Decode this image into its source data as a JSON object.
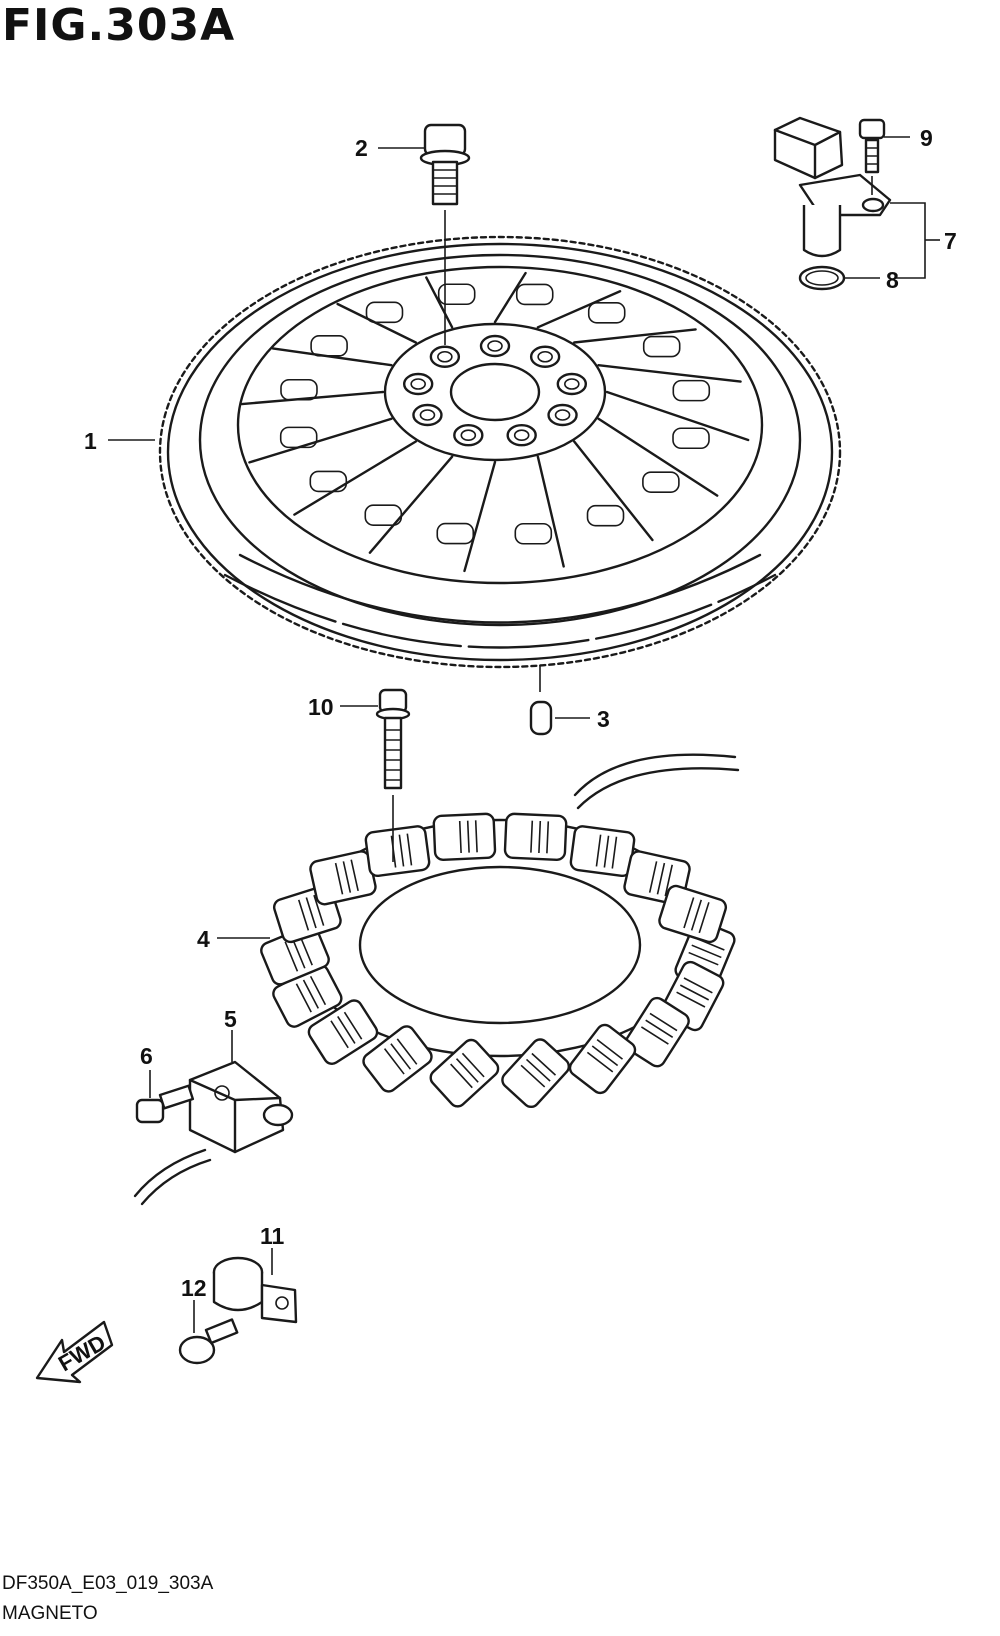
{
  "figure": {
    "title": "FIG.303A",
    "code": "DF350A_E03_019_303A",
    "name": "MAGNETO"
  },
  "callouts": [
    {
      "id": "1"
    },
    {
      "id": "2"
    },
    {
      "id": "3"
    },
    {
      "id": "4"
    },
    {
      "id": "5"
    },
    {
      "id": "6"
    },
    {
      "id": "7"
    },
    {
      "id": "8"
    },
    {
      "id": "9"
    },
    {
      "id": "10"
    },
    {
      "id": "11"
    },
    {
      "id": "12"
    }
  ],
  "direction_badge": {
    "label": "FWD"
  }
}
